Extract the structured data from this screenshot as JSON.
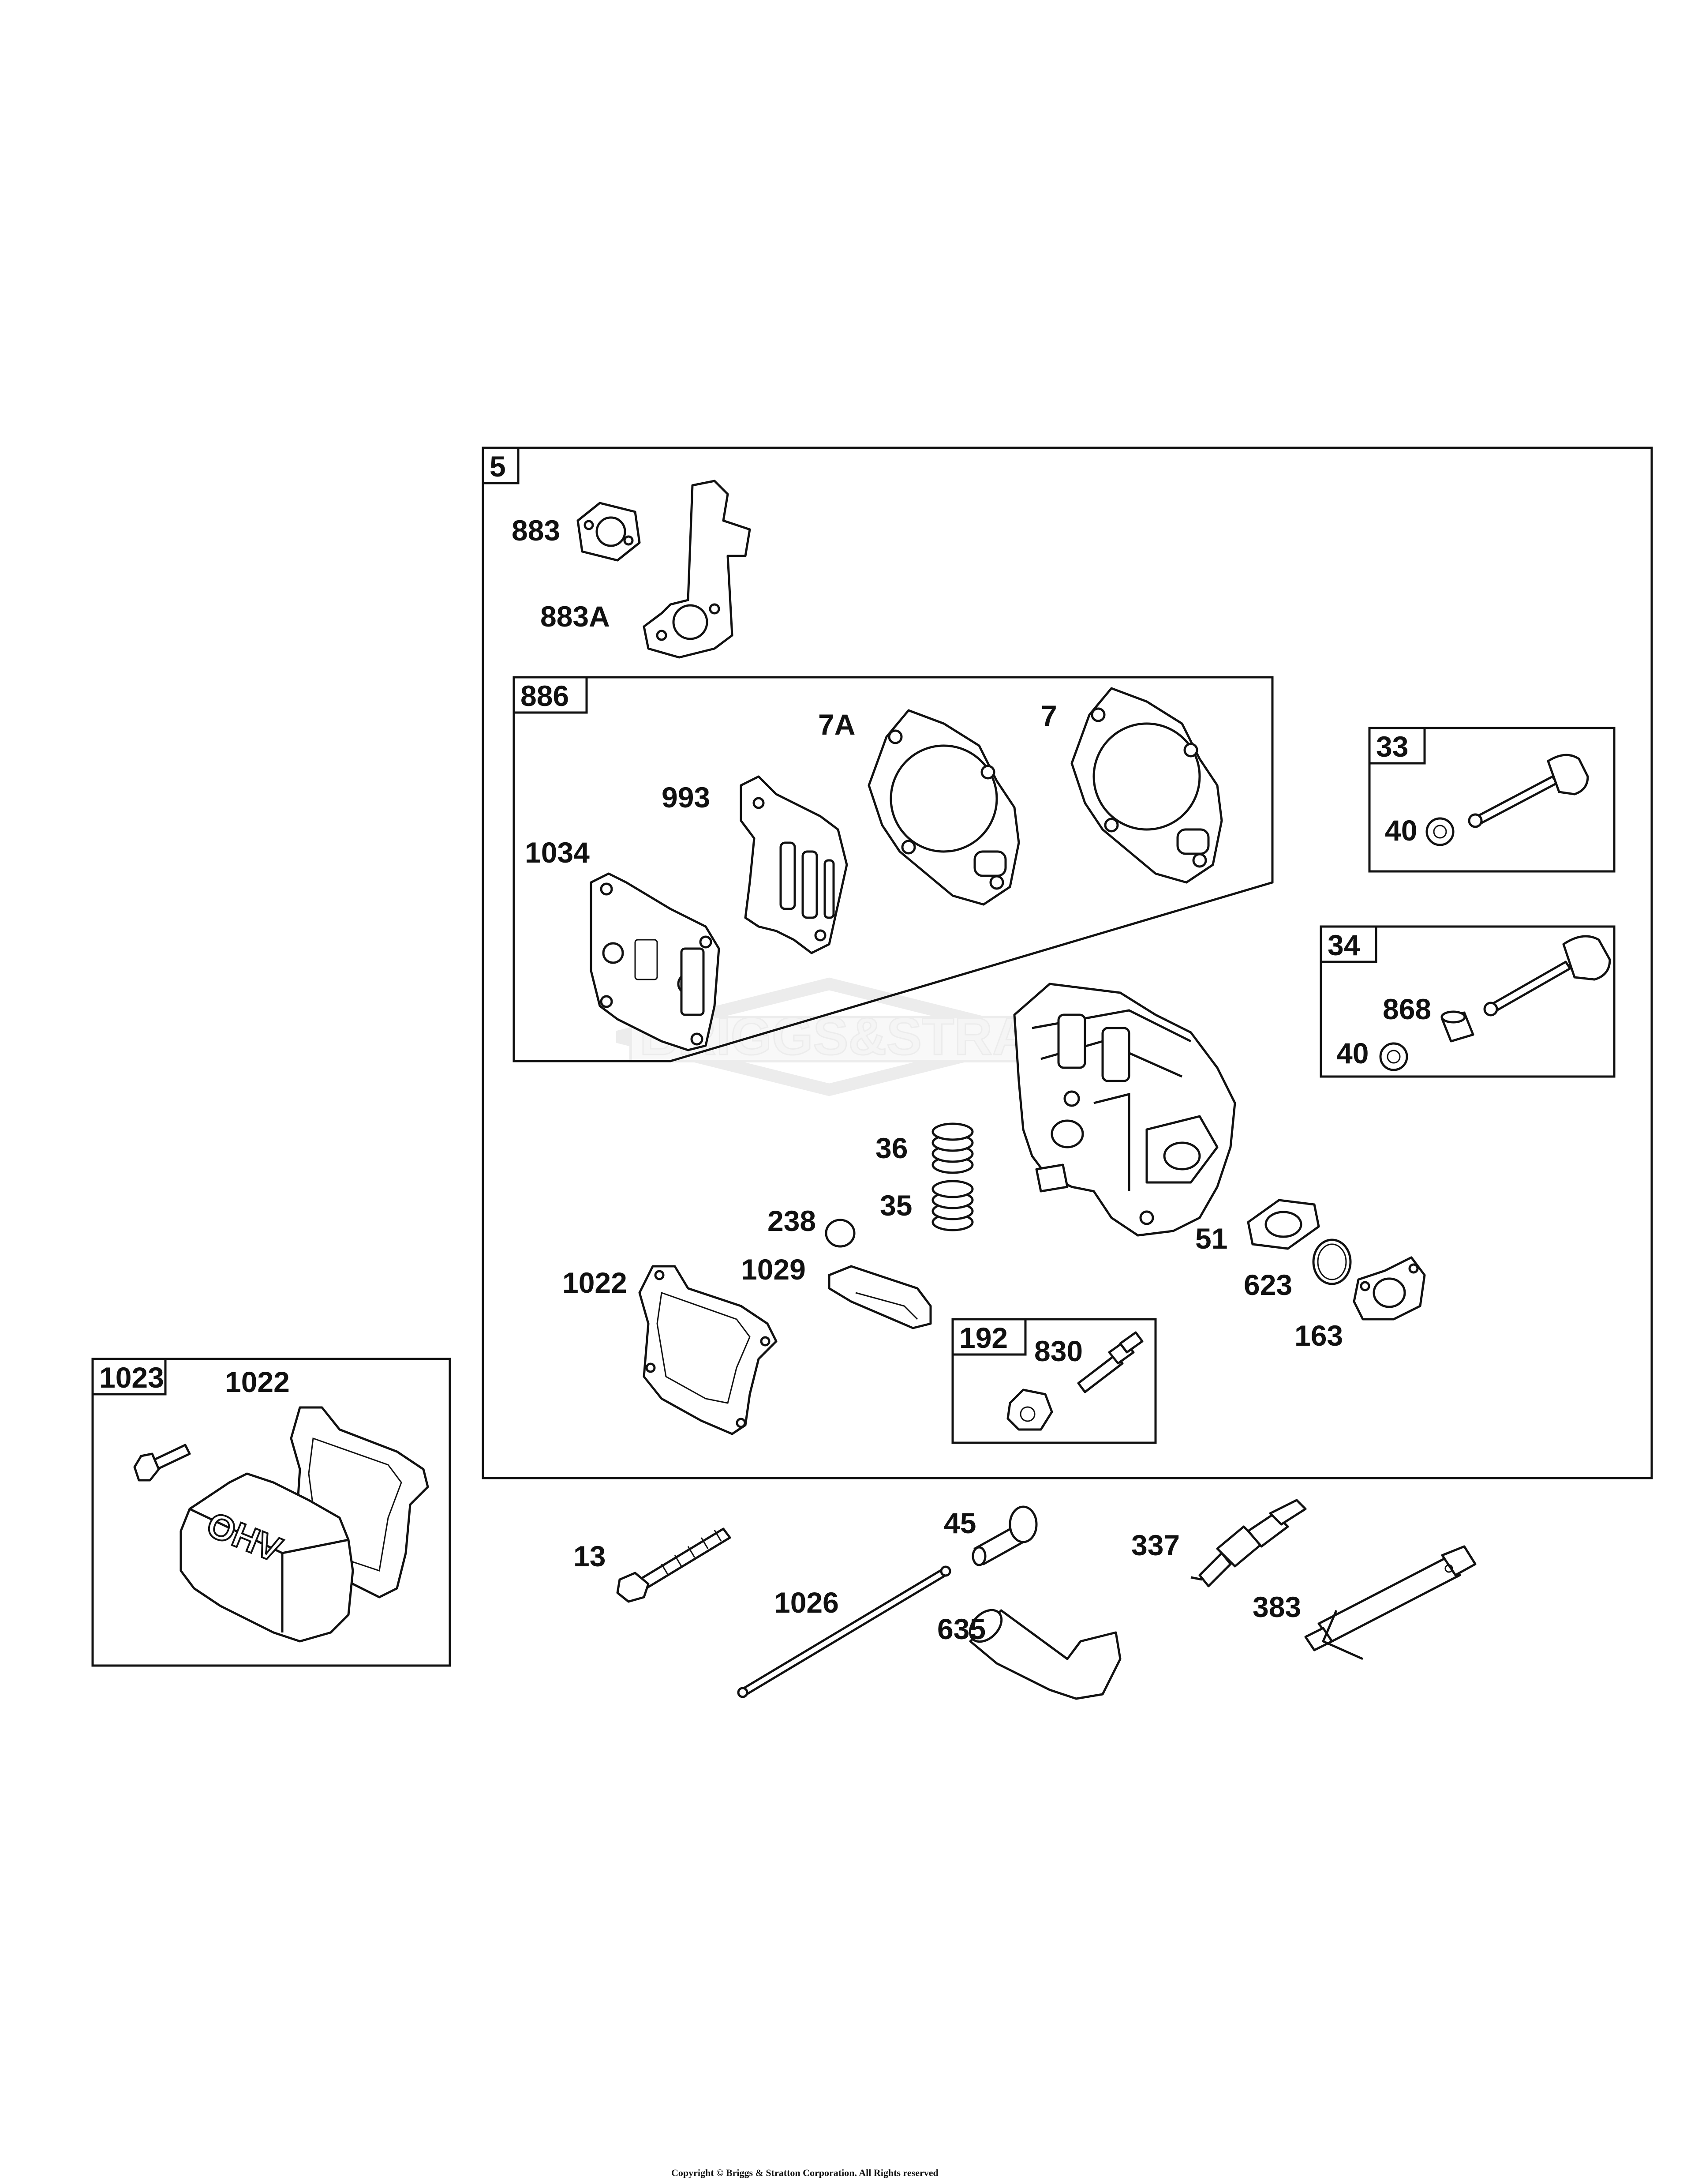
{
  "watermark": {
    "brand": "BRIGGS&STRATTON"
  },
  "copyright": "Copyright © Briggs & Stratton Corporation. All Rights reserved",
  "groups": {
    "g5": "5",
    "g886": "886",
    "g33": "33",
    "g34": "34",
    "g192": "192",
    "g1023": "1023"
  },
  "callouts": {
    "c883": "883",
    "c883A": "883A",
    "c7A": "7A",
    "c7": "7",
    "c993": "993",
    "c1034": "1034",
    "c33_40": "40",
    "c34_868": "868",
    "c34_40": "40",
    "c36": "36",
    "c35": "35",
    "c238": "238",
    "c51": "51",
    "c623": "623",
    "c163": "163",
    "c1022": "1022",
    "c1029": "1029",
    "c830": "830",
    "c1023_1022": "1022",
    "c13": "13",
    "c1026": "1026",
    "c45": "45",
    "c635": "635",
    "c337": "337",
    "c383": "383"
  },
  "valve_cover_emboss": "OHV"
}
